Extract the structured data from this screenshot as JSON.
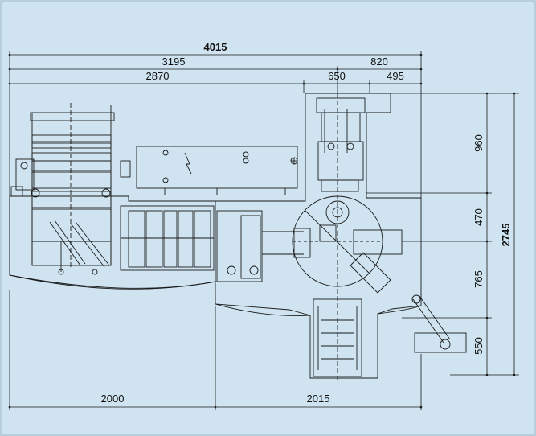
{
  "colors": {
    "panel_background": "#cfe4f0",
    "line": "#1a1a1a",
    "frame": "#9fb6c4"
  },
  "dimensions": {
    "total_width": "4015",
    "width_left": "3195",
    "width_right": "820",
    "width_main": "2870",
    "width_mid": "650",
    "width_end": "495",
    "bottom_left": "2000",
    "bottom_right": "2015",
    "height_1": "960",
    "height_2": "470",
    "height_3": "765",
    "height_4": "550",
    "total_height": "2745"
  }
}
